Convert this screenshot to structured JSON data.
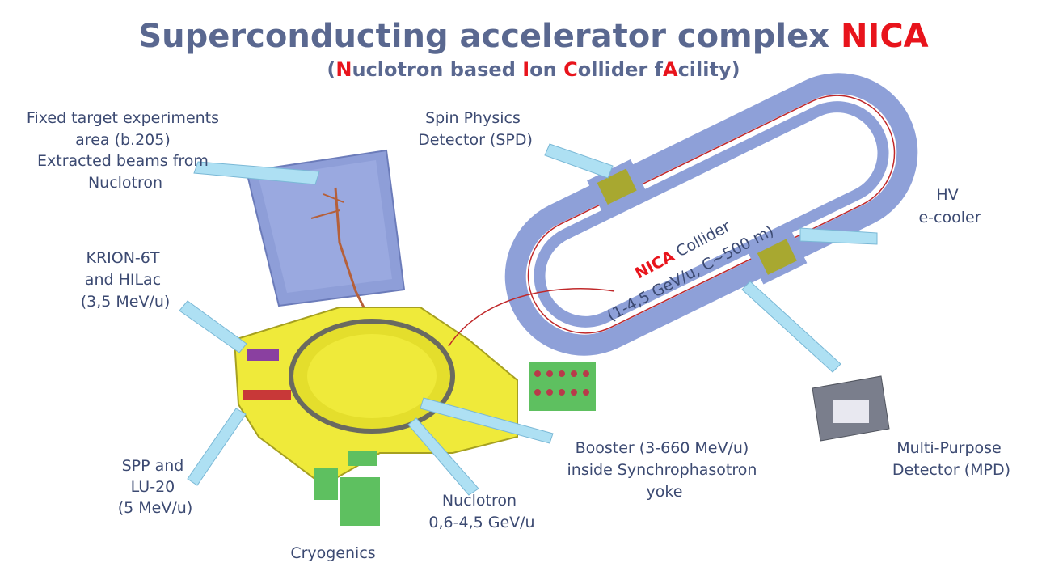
{
  "title": {
    "main": "Superconducting accelerator complex",
    "accent": "NICA"
  },
  "subtitle": {
    "open": "(",
    "n": "N",
    "uclotron": "uclotron based ",
    "i": "I",
    "on": "on ",
    "c": "C",
    "ollider": "ollider f",
    "a": "A",
    "cility": "cility)"
  },
  "labels": {
    "fixed_target": [
      "Fixed target experiments",
      "area (b.205)",
      "Extracted beams from",
      "Nuclotron"
    ],
    "spd": [
      "Spin Physics",
      "Detector (SPD)"
    ],
    "ecooler": [
      "HV",
      "e-cooler"
    ],
    "krion": [
      "KRION-6T",
      "and HILac",
      "(3,5 MeV/u)"
    ],
    "spp": [
      "SPP and",
      "LU-20",
      "(5 MeV/u)"
    ],
    "cryogenics": "Cryogenics",
    "nuclotron": [
      "Nuclotron",
      "0,6-4,5 GeV/u"
    ],
    "booster": [
      "Booster (3-660 MeV/u)",
      "inside Synchrophasotron",
      "yoke"
    ],
    "mpd": [
      "Multi-Purpose",
      "Detector (MPD)"
    ],
    "collider": {
      "accent": "NICA",
      "name": " Collider",
      "params": "(1-4,5 GeV/u, C~500 m)"
    }
  },
  "colors": {
    "title": "#5a6890",
    "accent": "#e8141c",
    "label": "#3c4a72",
    "hall": "#f0ec3c",
    "ring": "#8ea0d8",
    "arrow": "#aee0f3"
  }
}
